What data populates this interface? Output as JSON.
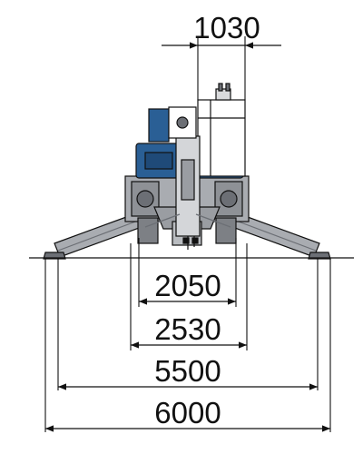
{
  "dimensions": {
    "top_width": "1030",
    "track_inner": "2050",
    "track_outer": "2530",
    "outrigger_span": "5500",
    "overall_span": "6000"
  },
  "colors": {
    "body_blue": "#2a5f95",
    "metal_grey": "#a9acb1",
    "dark_grey": "#6c6f75",
    "line": "#111111"
  }
}
